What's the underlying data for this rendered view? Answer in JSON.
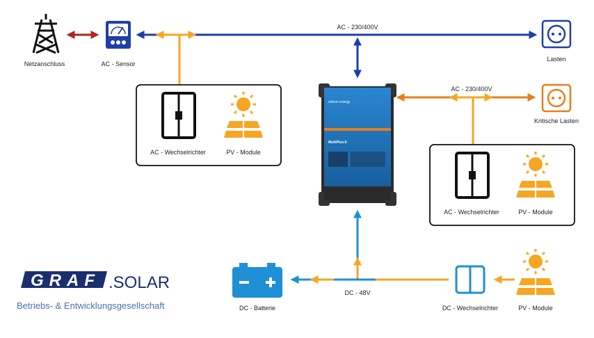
{
  "labels": {
    "grid": "Netzanschluss",
    "sensor": "AC - Sensor",
    "ac_bus_top": "AC - 230/400V",
    "loads": "Lasten",
    "ac_bus_critical": "AC - 230/400V",
    "critical_loads": "Kritische Lasten",
    "ac_inverter_left": "AC - Wechselrichter",
    "pv_left": "PV - Module",
    "ac_inverter_right": "AC - Wechselrichter",
    "pv_right": "PV - Module",
    "battery": "DC - Batterie",
    "dc_bus": "DC - 48V",
    "dc_inverter": "DC - Wechselrichter",
    "pv_bottom": "PV - Module"
  },
  "logo": {
    "brand": "GRAF",
    "suffix": ".SOLAR",
    "tagline": "Betriebs- & Entwicklungsgesellschaft"
  },
  "device": {
    "maker_text": "victron energy",
    "model_text": "MultiPlus-II"
  },
  "colors": {
    "ac_bus": "#1f3fa8",
    "grid_link": "#b22222",
    "pv_flow": "#f5a623",
    "critical_bus": "#e67e1b",
    "dc_bus": "#1f8fd6",
    "device_blue": "#1c6fb5",
    "socket_critical": "#e67e1b",
    "socket_normal": "#1f3fa8"
  },
  "icons": [
    "transmission-tower-icon",
    "sensor-meter-icon",
    "socket-icon",
    "inverter-icon",
    "solar-panel-icon",
    "battery-icon",
    "dc-inverter-icon",
    "multiplus-device"
  ]
}
